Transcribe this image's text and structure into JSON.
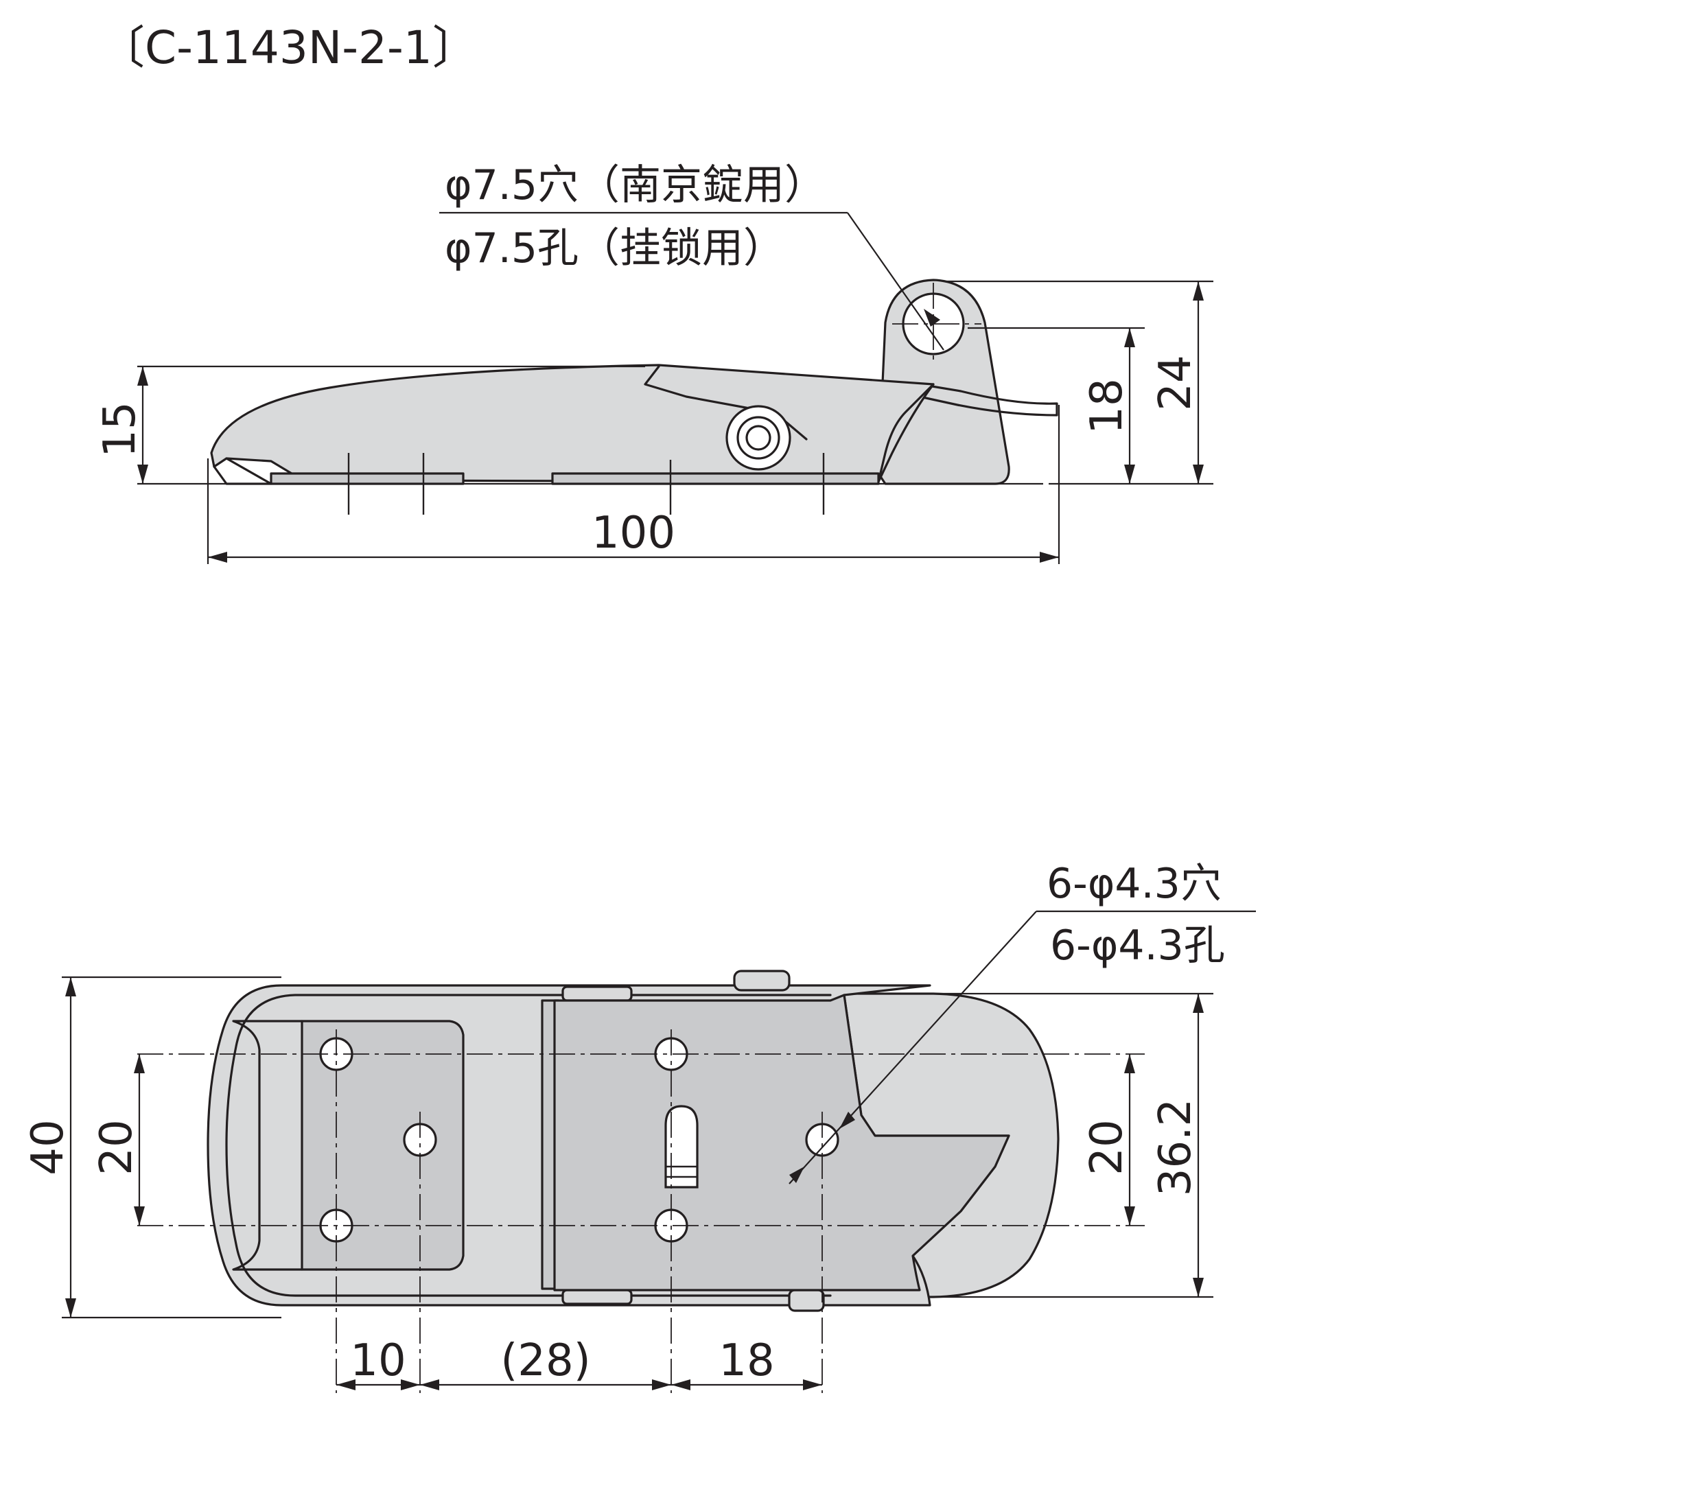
{
  "title": "〔C-1143N-2-1〕",
  "side_view": {
    "hole_note_jp": "φ7.5穴（南京錠用）",
    "hole_note_cn": "φ7.5孔（挂锁用）",
    "dims": {
      "height_body": "15",
      "length_total": "100",
      "height_hole_center": "18",
      "height_total": "24"
    }
  },
  "top_view": {
    "hole_note_jp": "6-φ4.3穴",
    "hole_note_cn": "6-φ4.3孔",
    "dims": {
      "width_total": "40",
      "hole_pitch_left": "20",
      "hole_pitch_right": "20",
      "width_catch": "36.2",
      "pitch_a": "10",
      "pitch_b": "(28)",
      "pitch_c": "18"
    }
  },
  "colors": {
    "ink": "#231f20",
    "fill": "#d9dadb"
  }
}
